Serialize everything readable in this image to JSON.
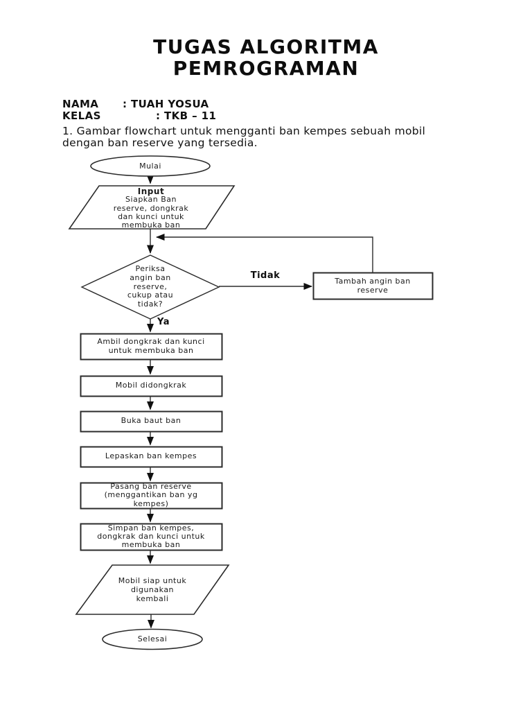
{
  "page": {
    "title": "TUGAS ALGORITMA\nPEMROGRAMAN",
    "fields": [
      {
        "label": "NAMA",
        "value": ": TUAH YOSUA"
      },
      {
        "label": "KELAS",
        "value": ": TKB – 11"
      }
    ],
    "question": "1. Gambar flowchart untuk mengganti ban kempes sebuah mobil\ndengan ban reserve yang tersedia."
  },
  "flowchart": {
    "start": "Mulai",
    "input_title": "Input",
    "input_body": "Siapkan Ban\nreserve, dongkrak\ndan kunci untuk\nmembuka ban",
    "decision": "Periksa\nangin ban\nreserve,\ncukup atau\ntidak?",
    "branch_no": "Tidak",
    "branch_yes": "Ya",
    "fix_box": "Tambah angin ban\nreserve",
    "steps": [
      "Ambil dongkrak dan kunci\nuntuk membuka ban",
      "Mobil didongkrak",
      "Buka baut ban",
      "Lepaskan ban kempes",
      "Pasang ban reserve\n(menggantikan ban yg\nkempes)",
      "Simpan ban kempes,\ndongkrak dan kunci untuk\nmembuka ban"
    ],
    "output": "Mobil siap untuk\ndigunakan\nkembali",
    "end": "Selesai"
  }
}
